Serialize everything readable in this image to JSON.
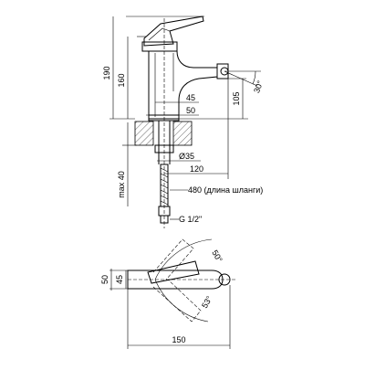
{
  "dimensions": {
    "height_total": "190",
    "height_spout": "160",
    "spout_height": "105",
    "spout_angle": "30°",
    "body_width_45": "45",
    "body_width_50": "50",
    "diameter": "Ø35",
    "reach": "120",
    "max_depth": "max 40",
    "hose_length": "480 (длина шланги)",
    "thread": "G 1/2\"",
    "top_side_45": "45",
    "top_side_50": "50",
    "angle_50": "50°",
    "angle_53": "53°",
    "top_length": "150"
  }
}
